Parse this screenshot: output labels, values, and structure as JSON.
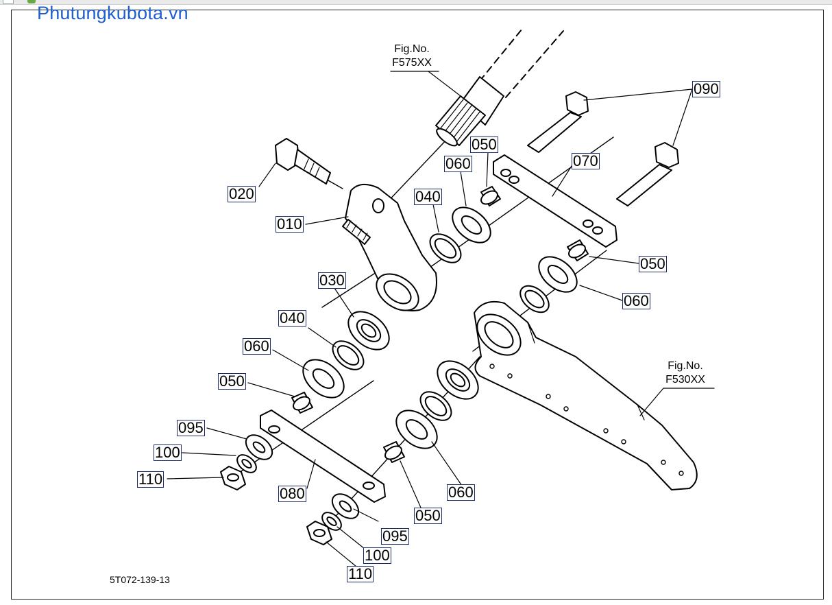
{
  "watermark": "Phutungkubota.vn",
  "figure_refs": {
    "top": {
      "line1": "Fig.No.",
      "line2": "F575XX"
    },
    "right": {
      "line1": "Fig.No.",
      "line2": "F530XX"
    }
  },
  "part_labels": {
    "p010": "010",
    "p020": "020",
    "p030": "030",
    "p040a": "040",
    "p040b": "040",
    "p050a": "050",
    "p050b": "050",
    "p050c": "050",
    "p050d": "050",
    "p060a": "060",
    "p060b": "060",
    "p060c": "060",
    "p060d": "060",
    "p070": "070",
    "p080": "080",
    "p090": "090",
    "p095a": "095",
    "p095b": "095",
    "p100a": "100",
    "p100b": "100",
    "p110a": "110",
    "p110b": "110"
  },
  "document_code": "5T072-139-13"
}
